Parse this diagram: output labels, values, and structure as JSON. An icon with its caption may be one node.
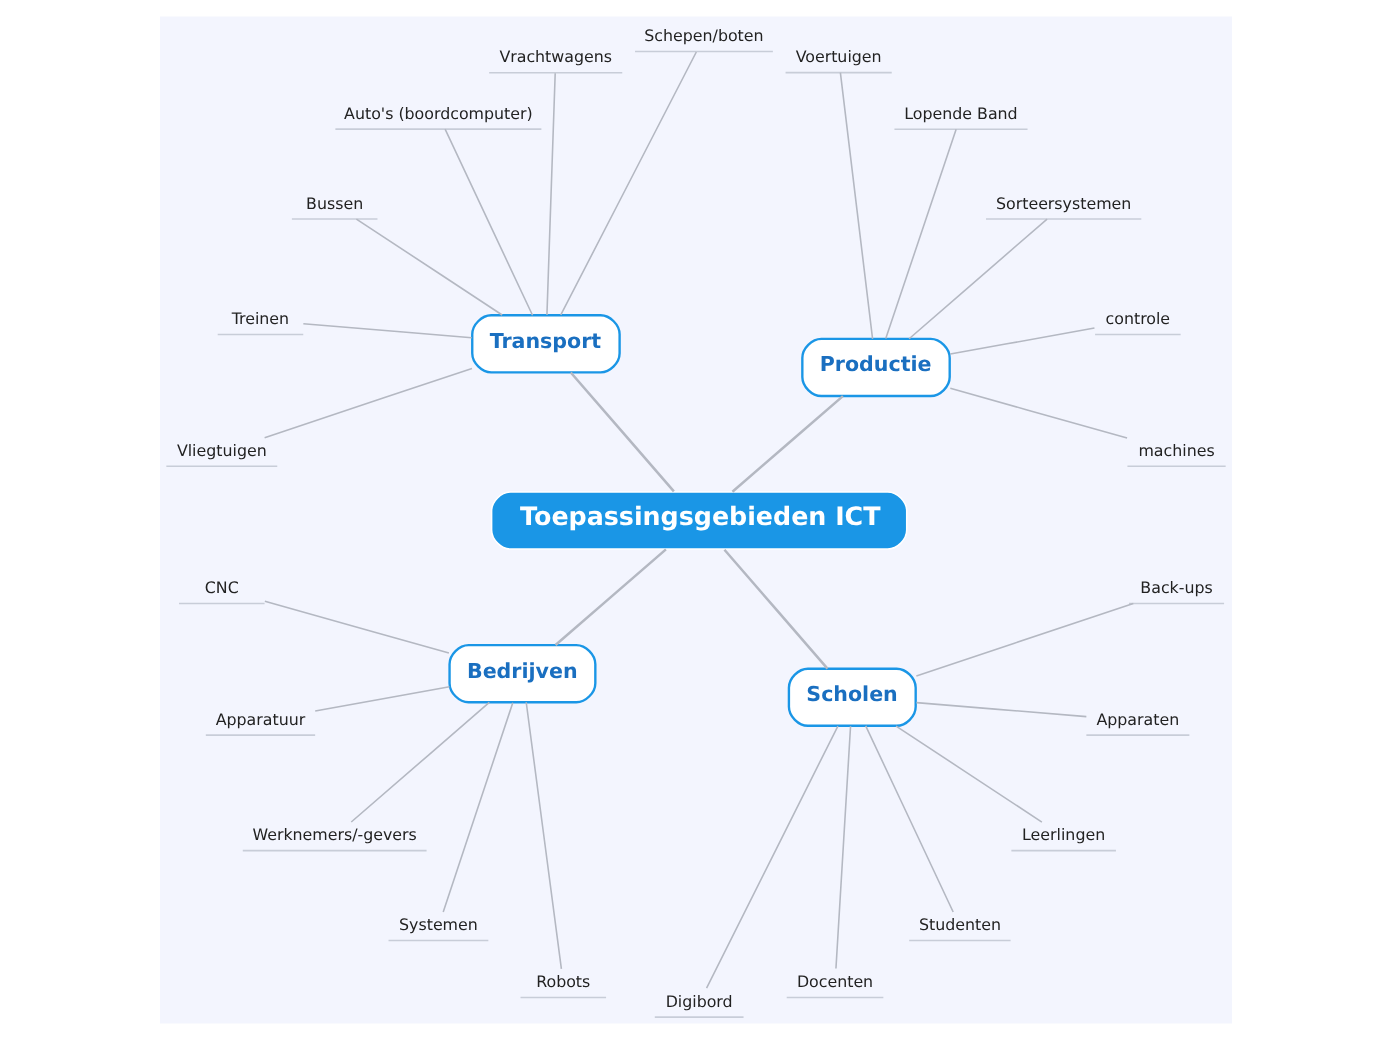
{
  "diagram": {
    "nodes": [
      {
        "text": [
          "Toepassingsgebieden ICT"
        ]
      },
      {
        "text": [
          "Productie"
        ]
      },
      {
        "text": [
          "machines"
        ]
      },
      {
        "text": [
          "controle"
        ]
      },
      {
        "text": [
          "Sorteersystemen"
        ]
      },
      {
        "text": [
          "Lopende Band"
        ]
      },
      {
        "text": [
          "Voertuigen"
        ]
      },
      {
        "text": [
          "Transport"
        ]
      },
      {
        "text": [
          "Schepen/boten"
        ]
      },
      {
        "text": [
          "Vrachtwagens"
        ]
      },
      {
        "text": [
          "Auto's (boordcomputer)"
        ]
      },
      {
        "text": [
          "Bussen"
        ]
      },
      {
        "text": [
          "Treinen"
        ]
      },
      {
        "text": [
          "Vliegtuigen"
        ]
      },
      {
        "text": [
          "Bedrijven"
        ]
      },
      {
        "text": [
          "CNC"
        ]
      },
      {
        "text": [
          "Apparatuur"
        ]
      },
      {
        "text": [
          "Werknemers/-gevers"
        ]
      },
      {
        "text": [
          "Systemen"
        ]
      },
      {
        "text": [
          "Robots"
        ]
      },
      {
        "text": [
          "Scholen"
        ]
      },
      {
        "text": [
          "Digibord"
        ]
      },
      {
        "text": [
          "Docenten"
        ]
      },
      {
        "text": [
          "Studenten"
        ]
      },
      {
        "text": [
          "Leerlingen"
        ]
      },
      {
        "text": [
          "Apparaten"
        ]
      },
      {
        "text": [
          "Back-ups"
        ]
      }
    ],
    "edges": [
      {
        "from": 0,
        "to": 1,
        "arrow": "none"
      },
      {
        "from": 1,
        "to": 2,
        "arrow": "none"
      },
      {
        "from": 1,
        "to": 3,
        "arrow": "none"
      },
      {
        "from": 1,
        "to": 4,
        "arrow": "none"
      },
      {
        "from": 1,
        "to": 5,
        "arrow": "none"
      },
      {
        "from": 1,
        "to": 6,
        "arrow": "none"
      },
      {
        "from": 0,
        "to": 7,
        "arrow": "none"
      },
      {
        "from": 7,
        "to": 8,
        "arrow": "none"
      },
      {
        "from": 7,
        "to": 9,
        "arrow": "none"
      },
      {
        "from": 7,
        "to": 10,
        "arrow": "none"
      },
      {
        "from": 7,
        "to": 11,
        "arrow": "none"
      },
      {
        "from": 7,
        "to": 12,
        "arrow": "none"
      },
      {
        "from": 7,
        "to": 13,
        "arrow": "none"
      },
      {
        "from": 0,
        "to": 14,
        "arrow": "none"
      },
      {
        "from": 14,
        "to": 15,
        "arrow": "none"
      },
      {
        "from": 14,
        "to": 16,
        "arrow": "none"
      },
      {
        "from": 14,
        "to": 17,
        "arrow": "none"
      },
      {
        "from": 14,
        "to": 18,
        "arrow": "none"
      },
      {
        "from": 14,
        "to": 19,
        "arrow": "none"
      },
      {
        "from": 0,
        "to": 20,
        "arrow": "none"
      },
      {
        "from": 20,
        "to": 21,
        "arrow": "none"
      },
      {
        "from": 20,
        "to": 22,
        "arrow": "none"
      },
      {
        "from": 20,
        "to": 23,
        "arrow": "none"
      },
      {
        "from": 20,
        "to": 24,
        "arrow": "none"
      },
      {
        "from": 20,
        "to": 25,
        "arrow": "none"
      },
      {
        "from": 20,
        "to": 26,
        "arrow": "none"
      }
    ]
  }
}
